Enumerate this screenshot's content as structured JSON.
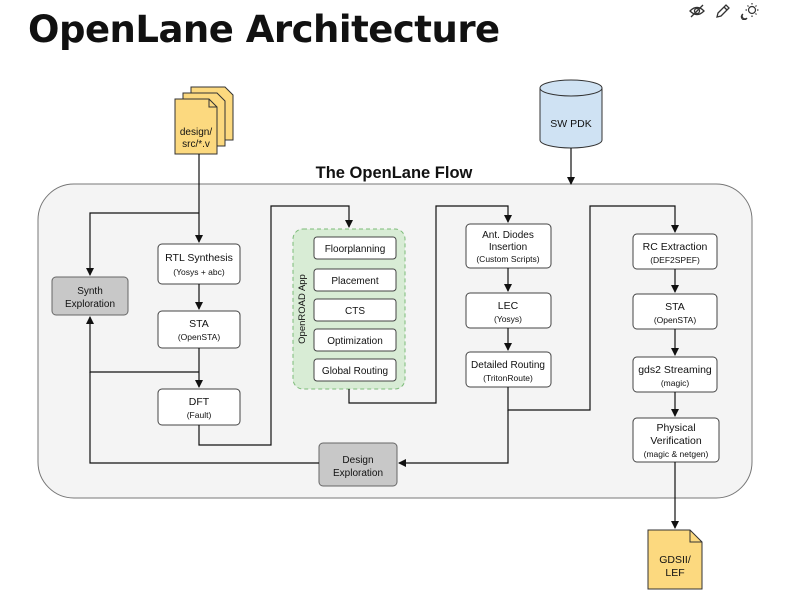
{
  "page": {
    "title": "OpenLane Architecture"
  },
  "toolbar": {
    "icons": [
      "visibility-icon",
      "pencil-icon",
      "theme-toggle-icon"
    ]
  },
  "diagram": {
    "flow_title": "The OpenLane Flow",
    "inputs": {
      "design": [
        "design/",
        "src/*.v"
      ],
      "pdk": "SW PDK"
    },
    "output": [
      "GDSII/",
      "LEF"
    ],
    "synth_exploration": [
      "Synth",
      "Exploration"
    ],
    "design_exploration": [
      "Design",
      "Exploration"
    ],
    "col1": [
      {
        "name": "RTL Synthesis",
        "sub": "(Yosys + abc)"
      },
      {
        "name": "STA",
        "sub": "(OpenSTA)"
      },
      {
        "name": "DFT",
        "sub": "(Fault)"
      }
    ],
    "openroad_label": "OpenROAD App",
    "openroad": [
      "Floorplanning",
      "Placement",
      "CTS",
      "Optimization",
      "Global Routing"
    ],
    "col3": [
      {
        "name": [
          "Ant. Diodes",
          "Insertion"
        ],
        "sub": "(Custom Scripts)"
      },
      {
        "name": [
          "LEC"
        ],
        "sub": "(Yosys)"
      },
      {
        "name": [
          "Detailed Routing"
        ],
        "sub": "(TritonRoute)"
      }
    ],
    "col4": [
      {
        "name": [
          "RC Extraction"
        ],
        "sub": "(DEF2SPEF)"
      },
      {
        "name": [
          "STA"
        ],
        "sub": "(OpenSTA)"
      },
      {
        "name": [
          "gds2 Streaming"
        ],
        "sub": "(magic)"
      },
      {
        "name": [
          "Physical",
          "Verification"
        ],
        "sub": "(magic & netgen)"
      }
    ]
  }
}
